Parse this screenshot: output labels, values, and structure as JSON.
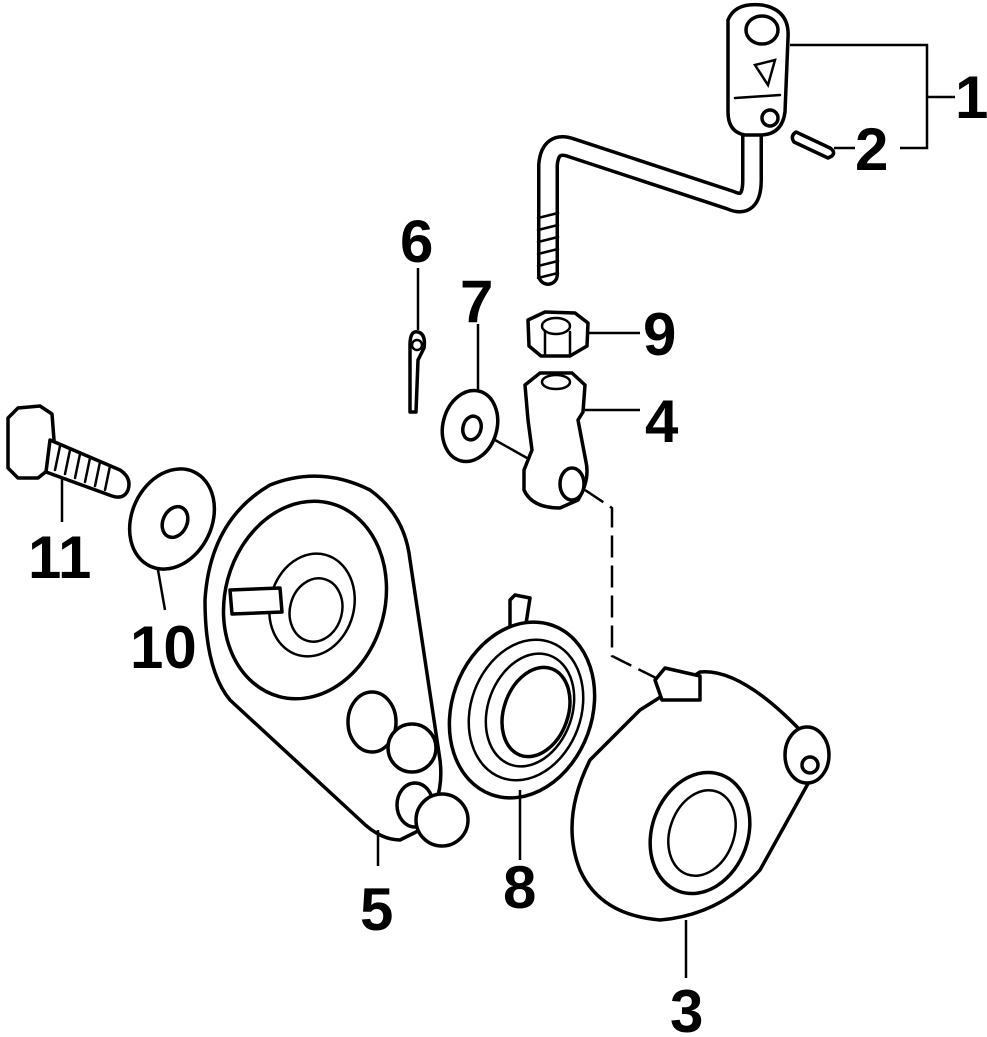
{
  "callouts": [
    {
      "id": "1",
      "label": "1"
    },
    {
      "id": "2",
      "label": "2"
    },
    {
      "id": "3",
      "label": "3"
    },
    {
      "id": "4",
      "label": "4"
    },
    {
      "id": "5",
      "label": "5"
    },
    {
      "id": "6",
      "label": "6"
    },
    {
      "id": "7",
      "label": "7"
    },
    {
      "id": "8",
      "label": "8"
    },
    {
      "id": "9",
      "label": "9"
    },
    {
      "id": "10",
      "label": "10"
    },
    {
      "id": "11",
      "label": "11"
    }
  ],
  "colors": {
    "ink": "#000000",
    "paper": "#ffffff"
  }
}
